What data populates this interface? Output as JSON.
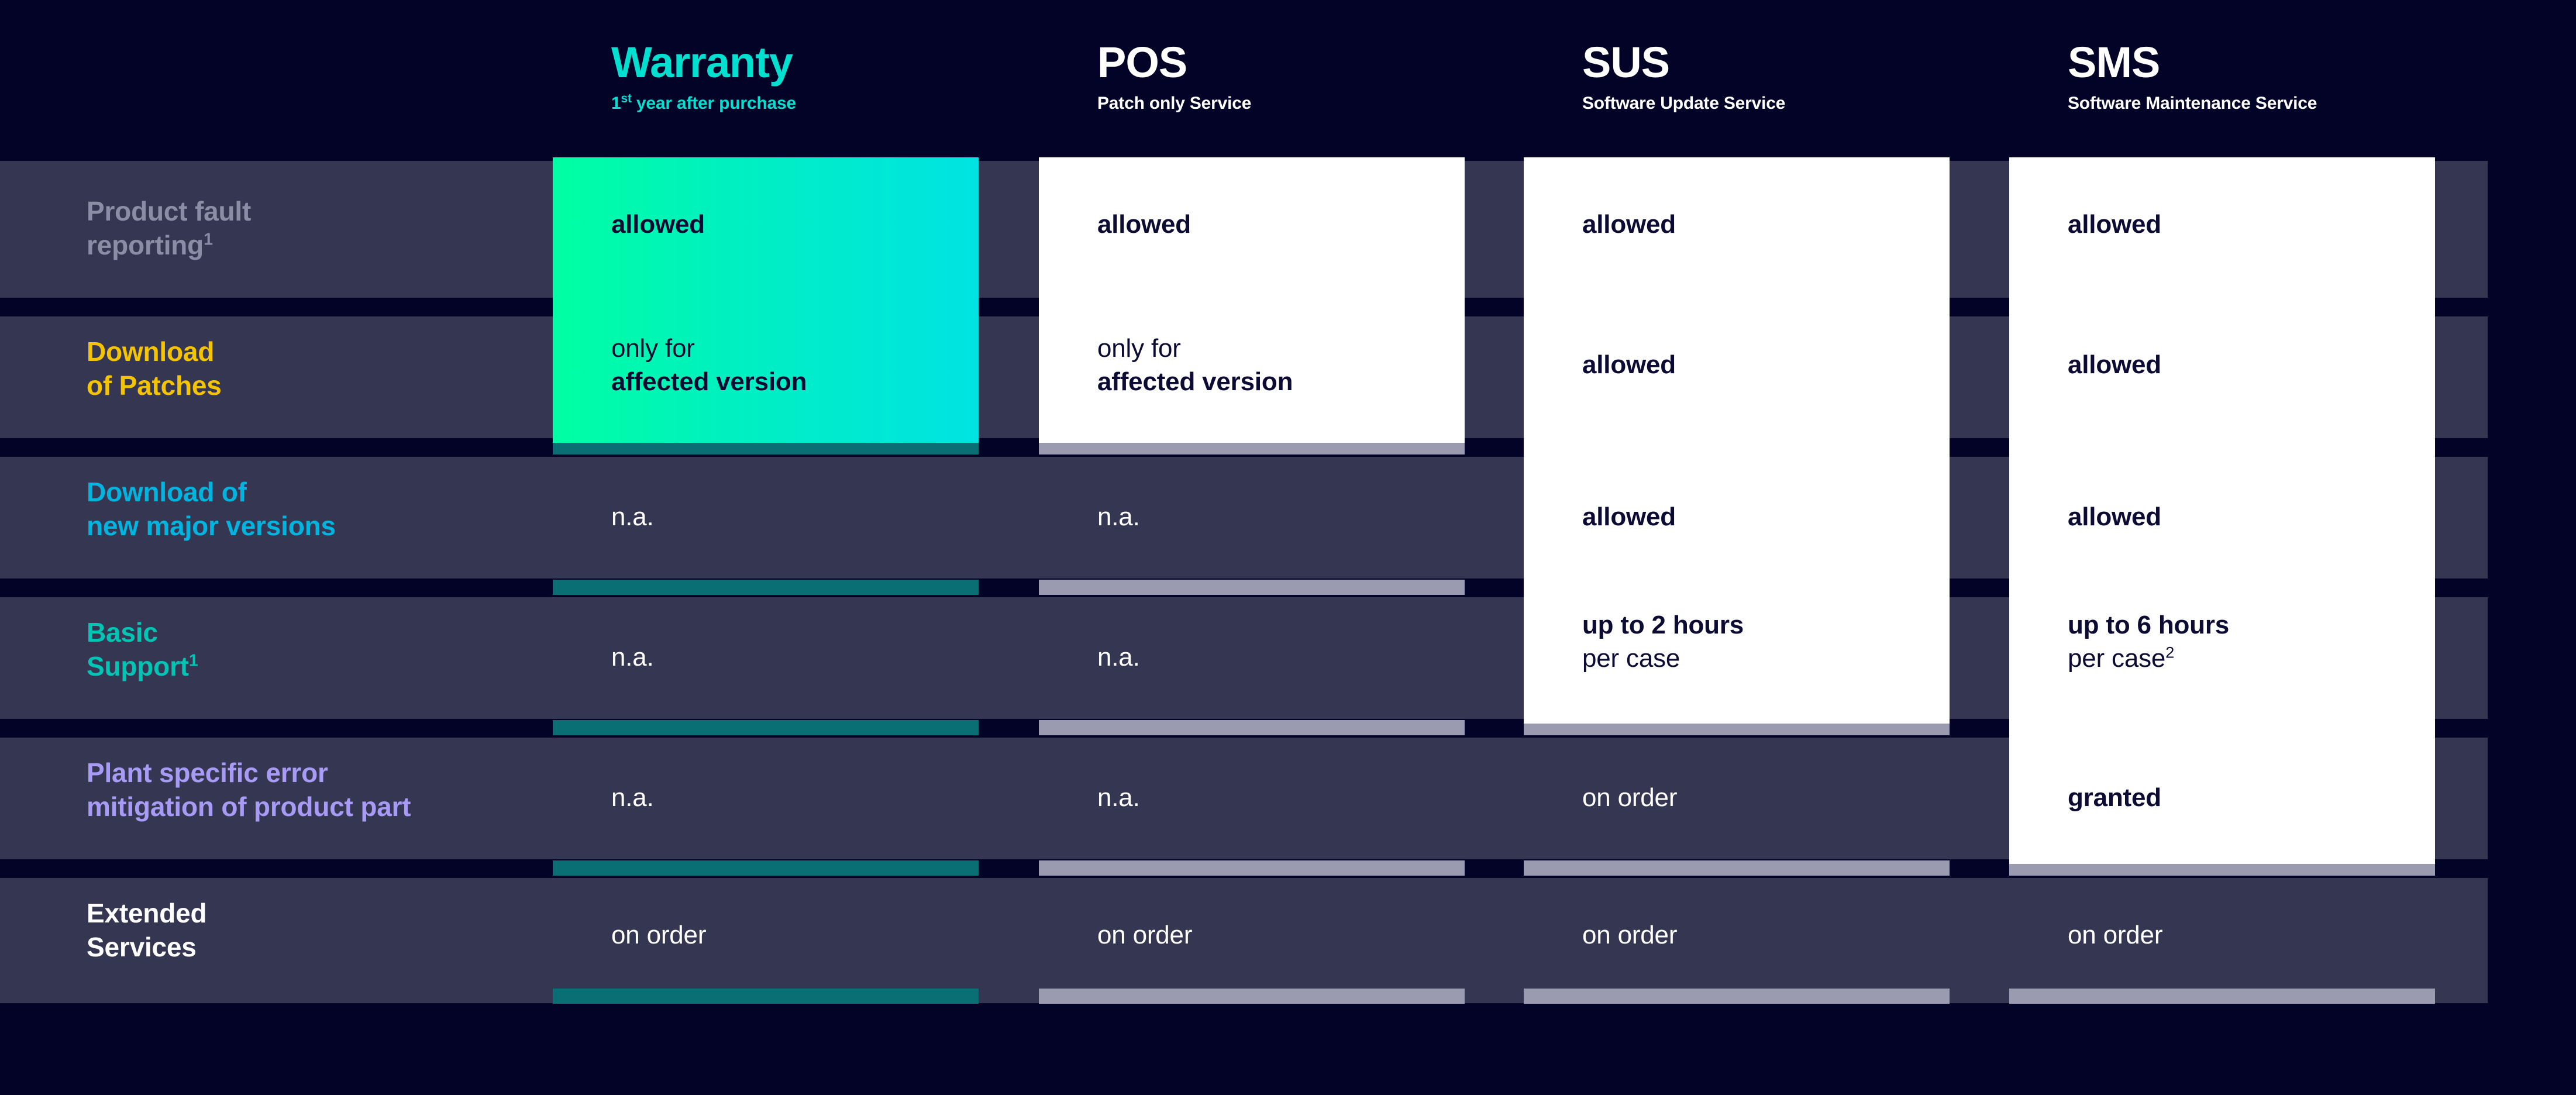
{
  "theme": {
    "background": "#030327",
    "band": "#353651",
    "card_white": "#ffffff",
    "gradient_start": "#00ffa3",
    "gradient_end": "#00e3e3",
    "shadow_gray": "#9a9ab0",
    "shadow_teal": "#0a6e75",
    "text_dark": "#0b0b33",
    "text_light": "#ffffff"
  },
  "columns": [
    {
      "abbr": "Warranty",
      "subtitle_pre": "1",
      "subtitle_sup": "st",
      "subtitle_post": " year after purchase",
      "abbr_color": "#00e0d0",
      "sub_color": "#00e0d0"
    },
    {
      "abbr": "POS",
      "subtitle_pre": "Patch only Service",
      "subtitle_sup": "",
      "subtitle_post": "",
      "abbr_color": "#ffffff",
      "sub_color": "#ffffff"
    },
    {
      "abbr": "SUS",
      "subtitle_pre": "Software Update Service",
      "subtitle_sup": "",
      "subtitle_post": "",
      "abbr_color": "#ffffff",
      "sub_color": "#ffffff"
    },
    {
      "abbr": "SMS",
      "subtitle_pre": "Software Maintenance Service",
      "subtitle_sup": "",
      "subtitle_post": "",
      "abbr_color": "#ffffff",
      "sub_color": "#ffffff"
    }
  ],
  "rows": [
    {
      "label": "Product fault\nreporting",
      "label_sup": "1",
      "color": "#8b8da6"
    },
    {
      "label": "Download\nof Patches",
      "label_sup": "",
      "color": "#f5c400"
    },
    {
      "label": "Download of\nnew major versions",
      "label_sup": "",
      "color": "#00b4e0"
    },
    {
      "label": "Basic\nSupport",
      "label_sup": "1",
      "color": "#00c4b4"
    },
    {
      "label": "Plant specific error\nmitigation of product part",
      "label_sup": "",
      "color": "#a79bf5"
    },
    {
      "label": "Extended\nServices",
      "label_sup": "",
      "color": "#ffffff"
    }
  ],
  "cells": {
    "warranty": [
      {
        "bold": "allowed",
        "normal": "",
        "sup": "",
        "order": "bn"
      },
      {
        "bold": "affected version",
        "normal": "only for",
        "sup": "",
        "order": "nb"
      },
      {
        "bold": "",
        "normal": "n.a.",
        "sup": "",
        "order": "nb"
      },
      {
        "bold": "",
        "normal": "n.a.",
        "sup": "",
        "order": "nb"
      },
      {
        "bold": "",
        "normal": "n.a.",
        "sup": "",
        "order": "nb"
      },
      {
        "bold": "",
        "normal": "on order",
        "sup": "",
        "order": "nb"
      }
    ],
    "pos": [
      {
        "bold": "allowed",
        "normal": "",
        "sup": "",
        "order": "bn"
      },
      {
        "bold": "affected version",
        "normal": "only for",
        "sup": "",
        "order": "nb"
      },
      {
        "bold": "",
        "normal": "n.a.",
        "sup": "",
        "order": "nb"
      },
      {
        "bold": "",
        "normal": "n.a.",
        "sup": "",
        "order": "nb"
      },
      {
        "bold": "",
        "normal": "n.a.",
        "sup": "",
        "order": "nb"
      },
      {
        "bold": "",
        "normal": "on order",
        "sup": "",
        "order": "nb"
      }
    ],
    "sus": [
      {
        "bold": "allowed",
        "normal": "",
        "sup": "",
        "order": "bn"
      },
      {
        "bold": "allowed",
        "normal": "",
        "sup": "",
        "order": "bn"
      },
      {
        "bold": "allowed",
        "normal": "",
        "sup": "",
        "order": "bn"
      },
      {
        "bold": "up to 2 hours",
        "normal": "per case",
        "sup": "",
        "order": "bn"
      },
      {
        "bold": "",
        "normal": "on order",
        "sup": "",
        "order": "nb"
      },
      {
        "bold": "",
        "normal": "on order",
        "sup": "",
        "order": "nb"
      }
    ],
    "sms": [
      {
        "bold": "allowed",
        "normal": "",
        "sup": "",
        "order": "bn"
      },
      {
        "bold": "allowed",
        "normal": "",
        "sup": "",
        "order": "bn"
      },
      {
        "bold": "allowed",
        "normal": "",
        "sup": "",
        "order": "bn"
      },
      {
        "bold": "up to 6 hours",
        "normal": "per case",
        "sup": "2",
        "order": "bn"
      },
      {
        "bold": "granted",
        "normal": "",
        "sup": "",
        "order": "bn"
      },
      {
        "bold": "",
        "normal": "on order",
        "sup": "",
        "order": "nb"
      }
    ]
  }
}
